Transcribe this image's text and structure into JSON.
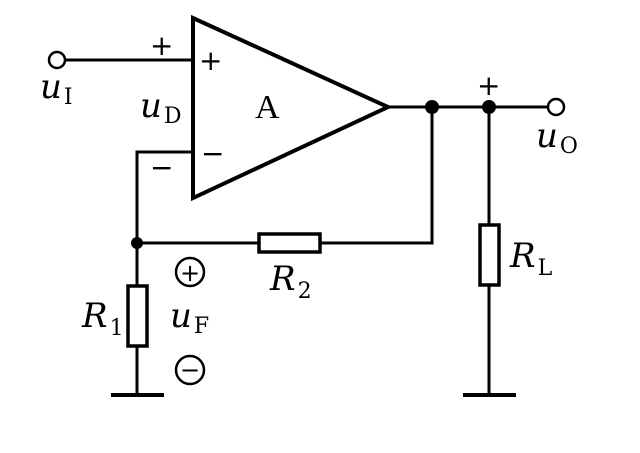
{
  "amplifier": {
    "label": "A",
    "plus_input_sign": "+",
    "minus_input_sign": "−"
  },
  "input": {
    "symbol": "u",
    "subscript": "I",
    "polarity_sign": "+"
  },
  "differential": {
    "symbol": "u",
    "subscript": "D",
    "polarity_sign": "−"
  },
  "output": {
    "symbol": "u",
    "subscript": "O",
    "polarity_sign": "+"
  },
  "resistors": {
    "r1": {
      "symbol": "R",
      "subscript": "1"
    },
    "r2": {
      "symbol": "R",
      "subscript": "2"
    },
    "rl": {
      "symbol": "R",
      "subscript": "L"
    }
  },
  "feedback_voltage": {
    "symbol": "u",
    "subscript": "F",
    "plus_sign": "+",
    "minus_sign": "−"
  }
}
